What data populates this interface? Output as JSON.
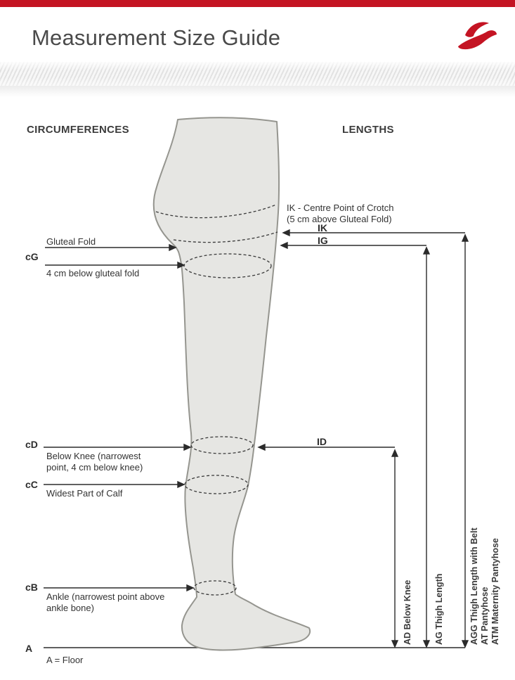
{
  "page": {
    "title": "Measurement Size Guide"
  },
  "logo": {
    "name": "red-bird-logo"
  },
  "headings": {
    "circumferences": "CIRCUMFERENCES",
    "lengths": "LENGTHS"
  },
  "circumferences": {
    "gluteal": {
      "code": "cG",
      "label1": "Gluteal Fold",
      "label2": "4 cm below gluteal fold"
    },
    "below_knee": {
      "code": "cD",
      "label": "Below Knee (narrowest point, 4 cm below knee)"
    },
    "calf": {
      "code": "cC",
      "label": "Widest Part of Calf"
    },
    "ankle": {
      "code": "cB",
      "label": "Ankle (narrowest point above ankle bone)"
    },
    "floor": {
      "code": "A",
      "label": "A = Floor"
    }
  },
  "lengths": {
    "ik_note": "IK - Centre Point of Crotch\n(5 cm above Gluteal Fold)",
    "ik_code": "IK",
    "ig_code": "IG",
    "id_code": "ID",
    "ad_label": "AD Below Knee",
    "ag_label": "AG Thigh Length",
    "agg_label": "AGG Thigh Length with Belt",
    "at_label": "AT Pantyhose",
    "atm_label": "ATM Maternity Pantyhose"
  },
  "colors": {
    "accent_red": "#c41423",
    "leg_fill": "#e6e6e3",
    "leg_outline": "#95958f",
    "line": "#2b2b2b",
    "text": "#333333"
  }
}
